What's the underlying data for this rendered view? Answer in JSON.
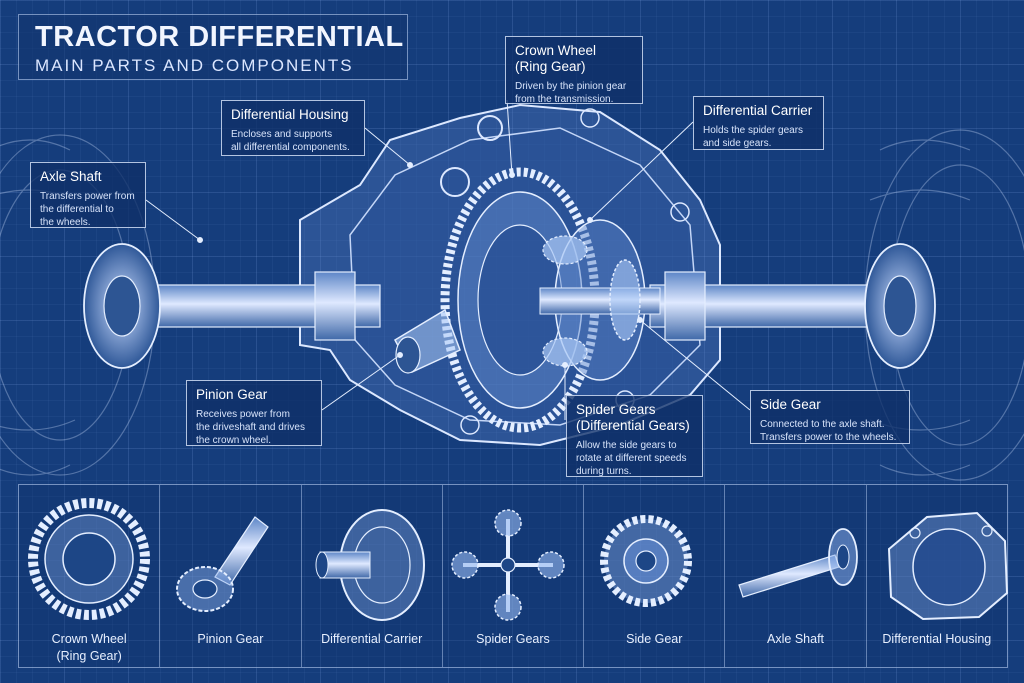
{
  "header": {
    "title": "TRACTOR DIFFERENTIAL",
    "subtitle": "MAIN PARTS AND COMPONENTS"
  },
  "callouts": {
    "crown_wheel": {
      "title_line1": "Crown Wheel",
      "title_line2": "(Ring Gear)",
      "desc": [
        "Driven by the pinion gear",
        "from the transmission."
      ]
    },
    "housing": {
      "title": "Differential Housing",
      "desc": [
        "Encloses and supports",
        "all differential components."
      ]
    },
    "carrier": {
      "title": "Differential Carrier",
      "desc": [
        "Holds the spider gears",
        "and side gears."
      ]
    },
    "axle": {
      "title": "Axle Shaft",
      "desc": [
        "Transfers power from",
        "the differential to",
        "the wheels."
      ]
    },
    "pinion": {
      "title": "Pinion Gear",
      "desc": [
        "Receives power from",
        "the driveshaft and drives",
        "the crown wheel."
      ]
    },
    "spider": {
      "title_line1": "Spider Gears",
      "title_line2": "(Differential Gears)",
      "desc": [
        "Allow the side gears to",
        "rotate at different speeds",
        "during turns."
      ]
    },
    "side": {
      "title": "Side Gear",
      "desc": [
        "Connected to the axle shaft.",
        "Transfers power to the wheels."
      ]
    }
  },
  "panels": [
    {
      "line1": "Crown Wheel",
      "line2": "(Ring Gear)",
      "icon": "crown-wheel-icon"
    },
    {
      "line1": "Pinion Gear",
      "line2": "",
      "icon": "pinion-gear-icon"
    },
    {
      "line1": "Differential Carrier",
      "line2": "",
      "icon": "differential-carrier-icon"
    },
    {
      "line1": "Spider Gears",
      "line2": "",
      "icon": "spider-gears-icon"
    },
    {
      "line1": "Side Gear",
      "line2": "",
      "icon": "side-gear-icon"
    },
    {
      "line1": "Axle Shaft",
      "line2": "",
      "icon": "axle-shaft-icon"
    },
    {
      "line1": "Differential Housing",
      "line2": "",
      "icon": "differential-housing-icon"
    }
  ],
  "colors": {
    "background": "#153d7c",
    "line": "#dce8ff"
  }
}
